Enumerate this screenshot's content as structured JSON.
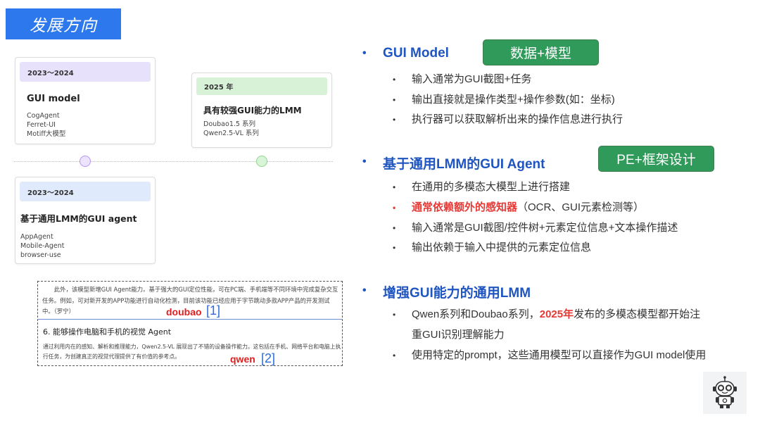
{
  "title_tab": {
    "label": "发展方向"
  },
  "timeline": {
    "cards": [
      {
        "period": "2023～2024",
        "title": "GUI model",
        "items": [
          "CogAgent",
          "Ferret-UI",
          "Motiff大模型"
        ],
        "header_color": "#e8e1fb"
      },
      {
        "period": "2025 年",
        "title": "具有较强GUI能力的LMM",
        "items": [
          "Doubao1.5 系列",
          "Qwen2.5-VL 系列"
        ],
        "header_color": "#d8f2d8"
      },
      {
        "period": "2023～2024",
        "title": "基于通用LMM的GUI agent",
        "items": [
          "AppAgent",
          "Mobile-Agent",
          "browser-use"
        ],
        "header_color": "#e0eafd"
      }
    ],
    "dots": [
      {
        "color": "#b894ef"
      },
      {
        "color": "#8ed88e"
      }
    ]
  },
  "quote": {
    "paragraph1": "此外，该模型新增GUI Agent能力。基于强大的GUI定位性能，可在PC端、手机端等不同环境中完成复杂交互任务。例如，可对新开发的APP功能进行自动化检测，目前该功能已经应用于字节跳动多款APP产品的开发测试中。（罗宁）",
    "heading": "6. 能够操作电脑和手机的视觉 Agent",
    "paragraph2": "通过利用内在的感知、解析和推理能力，Qwen2.5-VL 展现出了不错的设备操作能力。这包括在手机、网络平台和电脑上执行任务，为创建真正的视觉代理提供了有价值的参考点。",
    "tag1": "doubao",
    "ref1": "[1]",
    "tag2": "qwen",
    "ref2": "[2]"
  },
  "sections": [
    {
      "bullet": "•",
      "title": "GUI Model",
      "badge": "数据+模型",
      "items": [
        {
          "text": "输入通常为GUI截图+任务"
        },
        {
          "text": "输出直接就是操作类型+操作参数(如：坐标)"
        },
        {
          "text": "执行器可以获取解析出来的操作信息进行执行"
        }
      ]
    },
    {
      "bullet": "•",
      "title": "基于通用LMM的GUI Agent",
      "badge": "PE+框架设计",
      "items": [
        {
          "text": "在通用的多模态大模型上进行搭建"
        },
        {
          "highlight": "通常依赖额外的感知器",
          "text": "（OCR、GUI元素检测等）"
        },
        {
          "text": "输入通常是GUI截图/控件树+元素定位信息+文本操作描述"
        },
        {
          "text": "输出依赖于输入中提供的元素定位信息"
        }
      ]
    },
    {
      "bullet": "•",
      "title": "增强GUI能力的通用LMM",
      "items": [
        {
          "pre": "Qwen系列和Doubao系列，",
          "highlight": "2025年",
          "post": "发布的多模态模型都开始注",
          "cont": "重GUI识别理解能力"
        },
        {
          "text": "使用特定的prompt，这些通用模型可以直接作为GUI model使用"
        }
      ]
    }
  ],
  "item_bullet": "•",
  "colors": {
    "accent_blue": "#2c78ec",
    "section_blue": "#1f55c0",
    "badge_green": "#2f9a5a",
    "highlight_red": "#e53935"
  },
  "robot_icon": "robot-icon"
}
